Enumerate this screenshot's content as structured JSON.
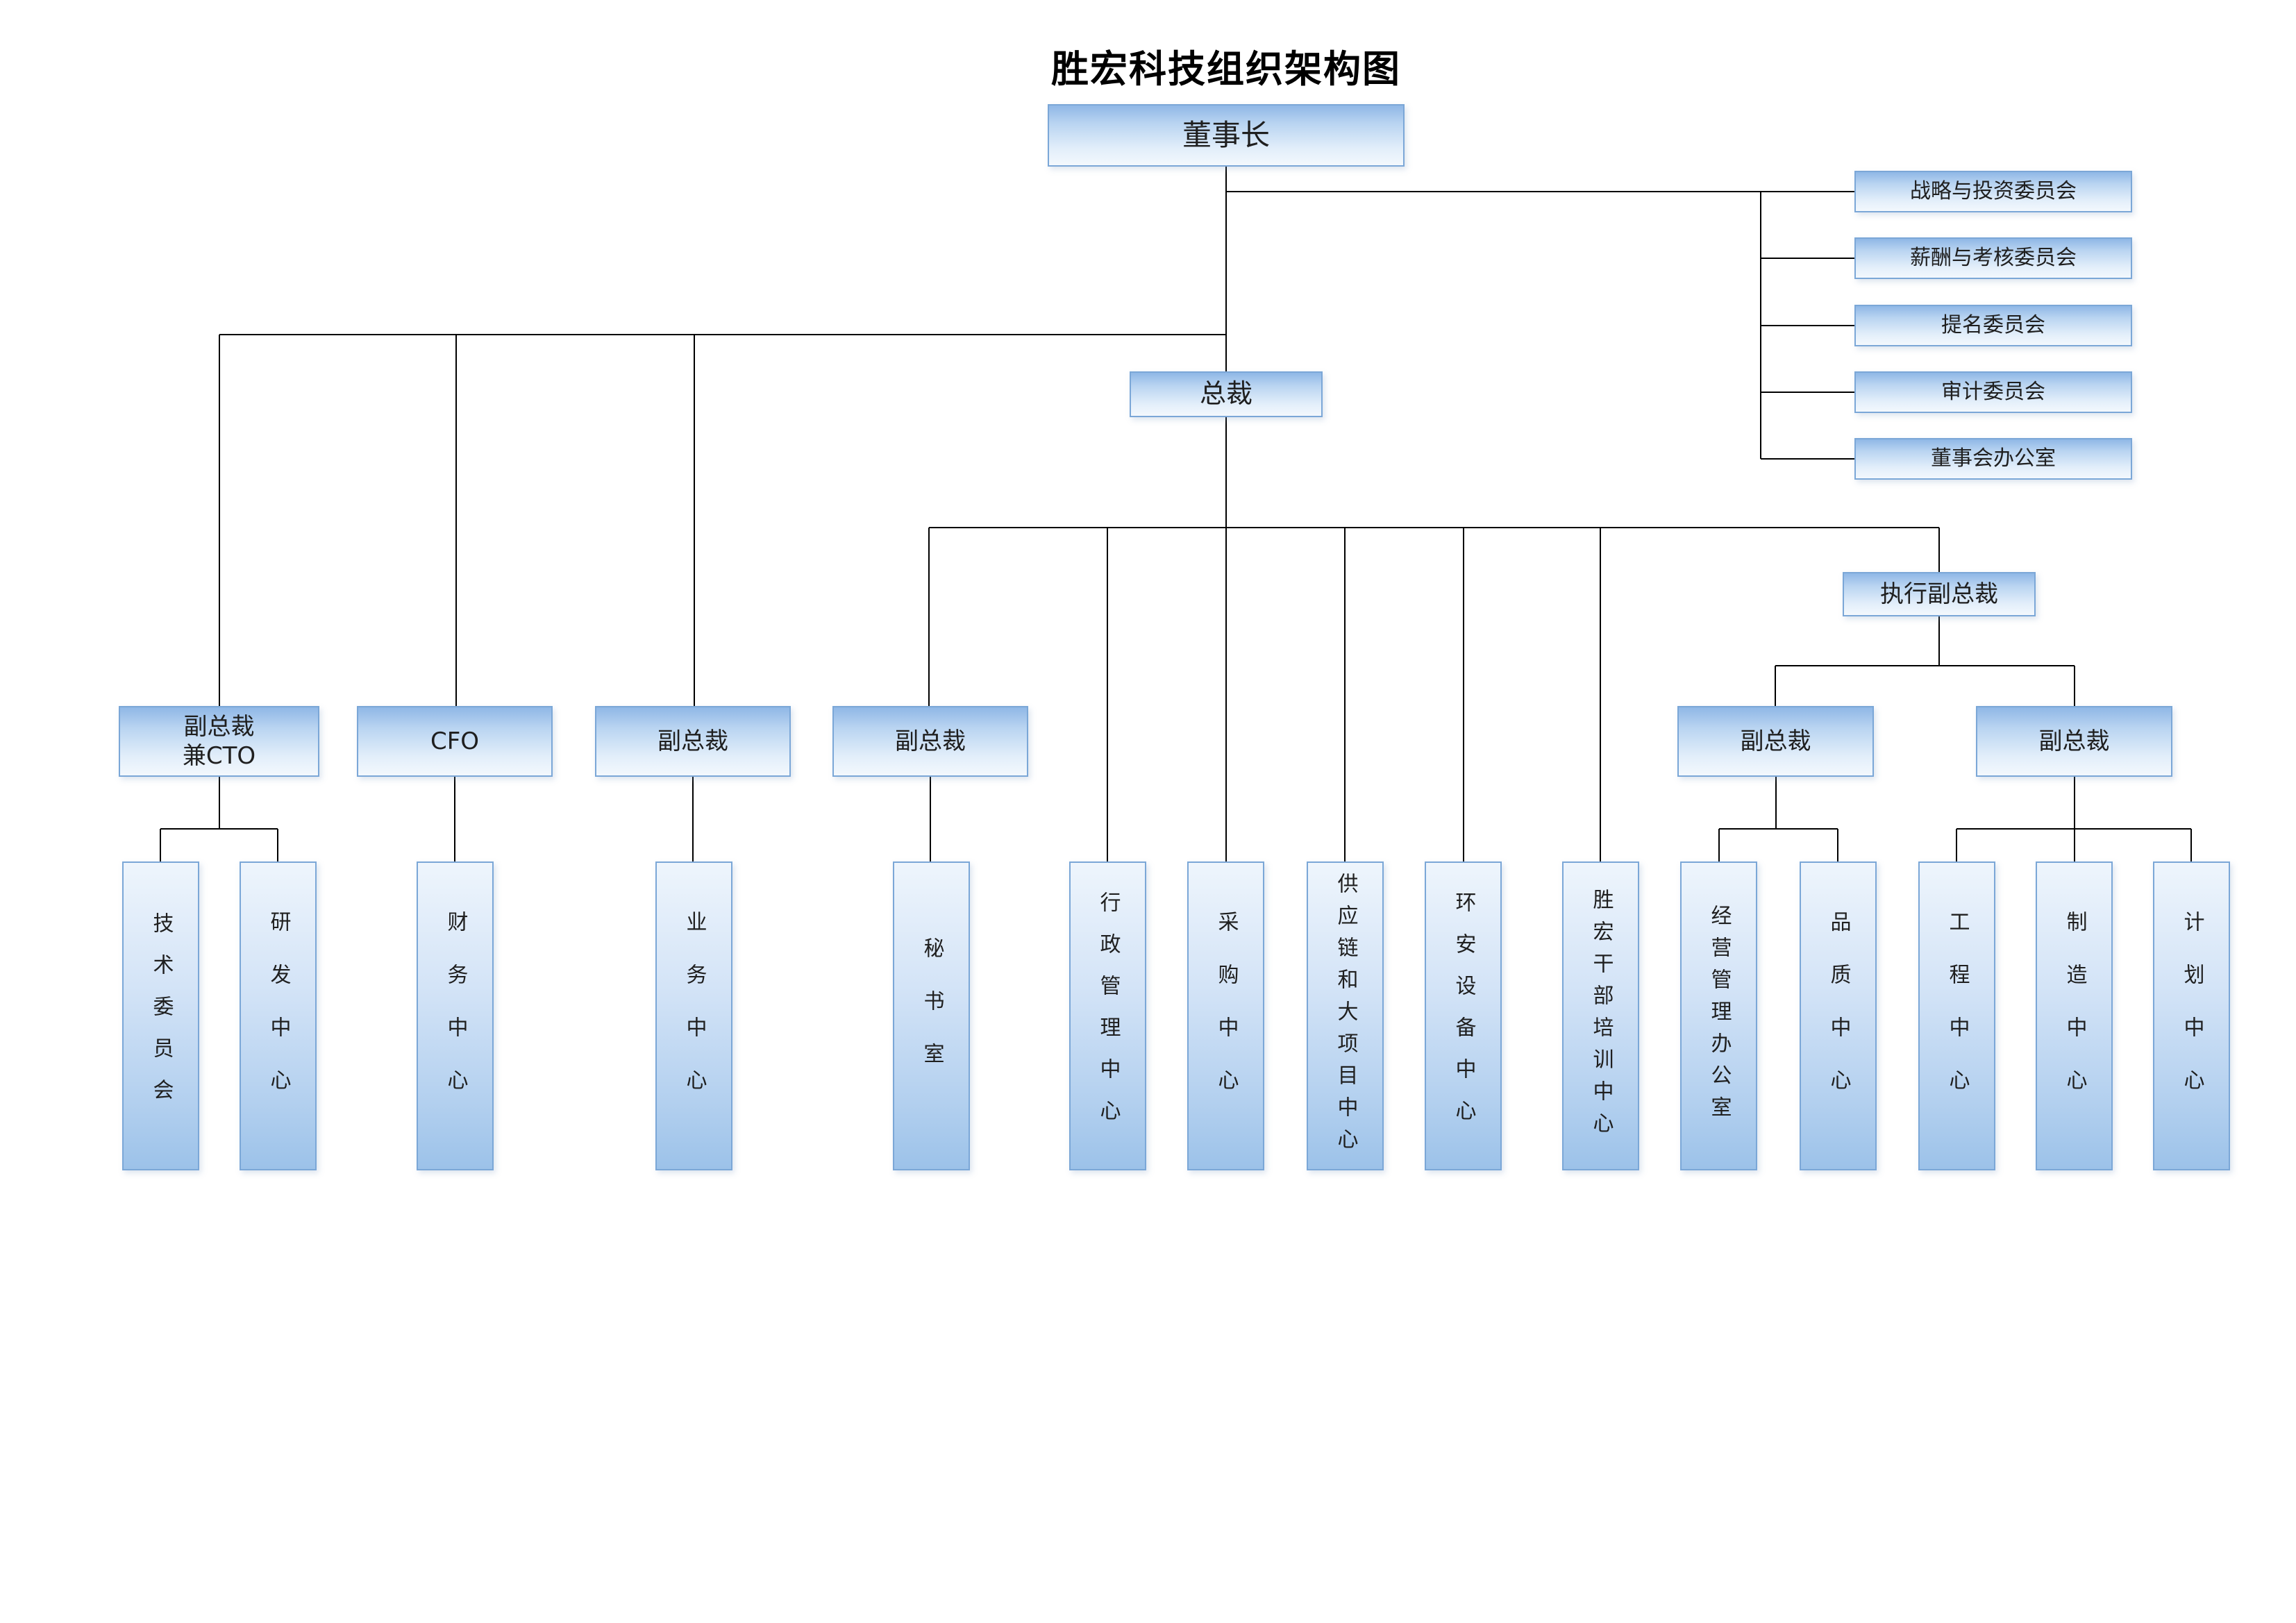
{
  "title": "胜宏科技组织架构图",
  "nodes": {
    "chairman": "董事长",
    "president": "总裁",
    "executive_vp": "执行副总裁",
    "committees": [
      "战略与投资委员会",
      "薪酬与考核委员会",
      "提名委员会",
      "审计委员会",
      "董事会办公室"
    ],
    "executives": {
      "vp_cto": "副总裁\n兼CTO",
      "cfo": "CFO",
      "vp_business": "副总裁",
      "vp_secretary": "副总裁",
      "vp_operations": "副总裁",
      "vp_manufacturing": "副总裁"
    },
    "departments": [
      "技术委员会",
      "研发中心",
      "财务中心",
      "业务中心",
      "秘书室",
      "行政管理中心",
      "采购中心",
      "供应链和大项目中心",
      "环安设备中心",
      "胜宏干部培训中心",
      "经营管理办公室",
      "品质中心",
      "工程中心",
      "制造中心",
      "计划中心"
    ]
  },
  "colors": {
    "box_fill_top": "#8fb7e6",
    "box_fill_bottom": "#f3f8fd",
    "box_border": "#7ba7d7",
    "connector_line": "#000000"
  }
}
